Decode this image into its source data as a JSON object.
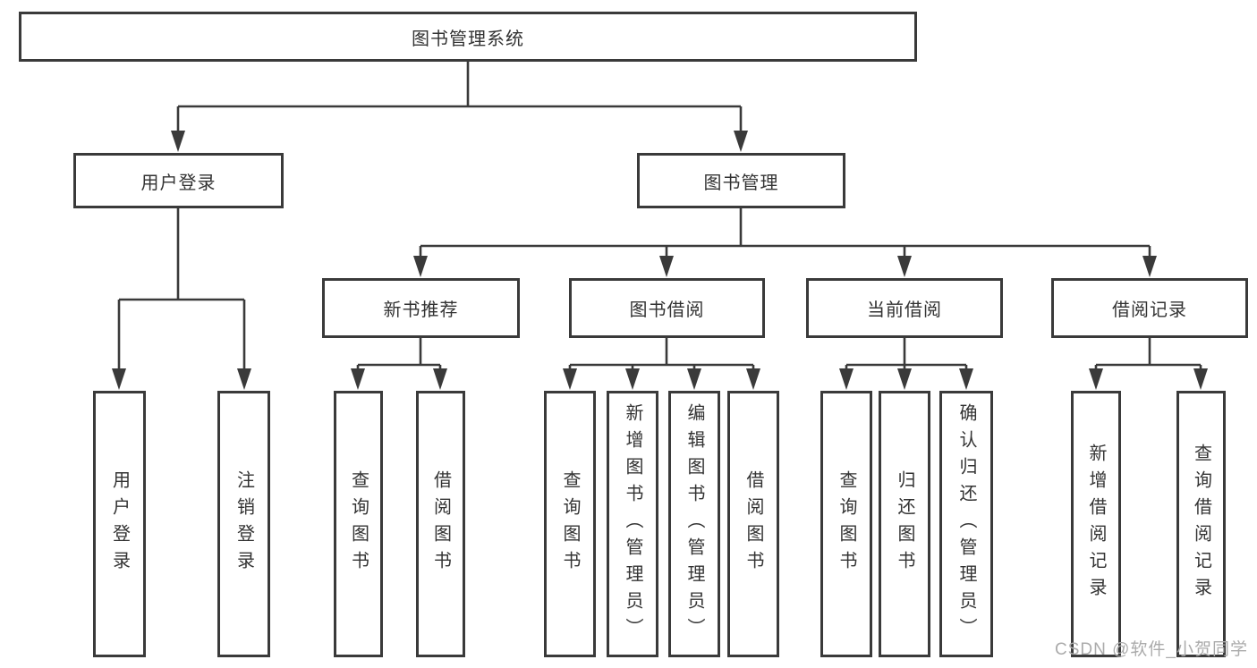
{
  "diagram": {
    "tree": {
      "label": "图书管理系统",
      "children": [
        {
          "label": "用户登录",
          "children": [
            {
              "label": "用户登录"
            },
            {
              "label": "注销登录"
            }
          ]
        },
        {
          "label": "图书管理",
          "children": [
            {
              "label": "新书推荐",
              "children": [
                {
                  "label": "查询图书"
                },
                {
                  "label": "借阅图书"
                }
              ]
            },
            {
              "label": "图书借阅",
              "children": [
                {
                  "label": "查询图书"
                },
                {
                  "label": "新增图书（管理员）"
                },
                {
                  "label": "编辑图书（管理员）"
                },
                {
                  "label": "借阅图书"
                }
              ]
            },
            {
              "label": "当前借阅",
              "children": [
                {
                  "label": "查询图书"
                },
                {
                  "label": "归还图书"
                },
                {
                  "label": "确认归还（管理员）"
                }
              ]
            },
            {
              "label": "借阅记录",
              "children": [
                {
                  "label": "新增借阅记录"
                },
                {
                  "label": "查询借阅记录"
                }
              ]
            }
          ]
        }
      ]
    },
    "colors": {
      "line": "#3a3a3a",
      "text": "#333333",
      "background": "#ffffff",
      "watermark": "#ababab"
    }
  },
  "watermark": {
    "text": "CSDN @软件_小贺同学"
  }
}
